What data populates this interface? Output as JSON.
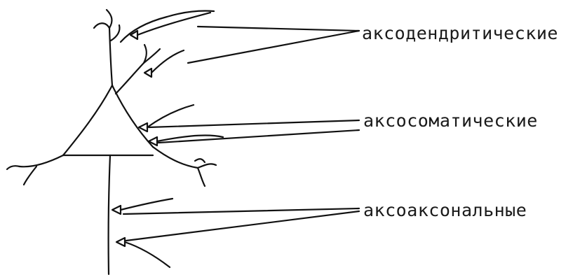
{
  "labels": {
    "axodendritic": "аксодендритические",
    "axosomatic": "аксосоматические",
    "axoaxonal": "аксоаксональные"
  },
  "colors": {
    "ink": "#111111",
    "background": "#ffffff"
  }
}
